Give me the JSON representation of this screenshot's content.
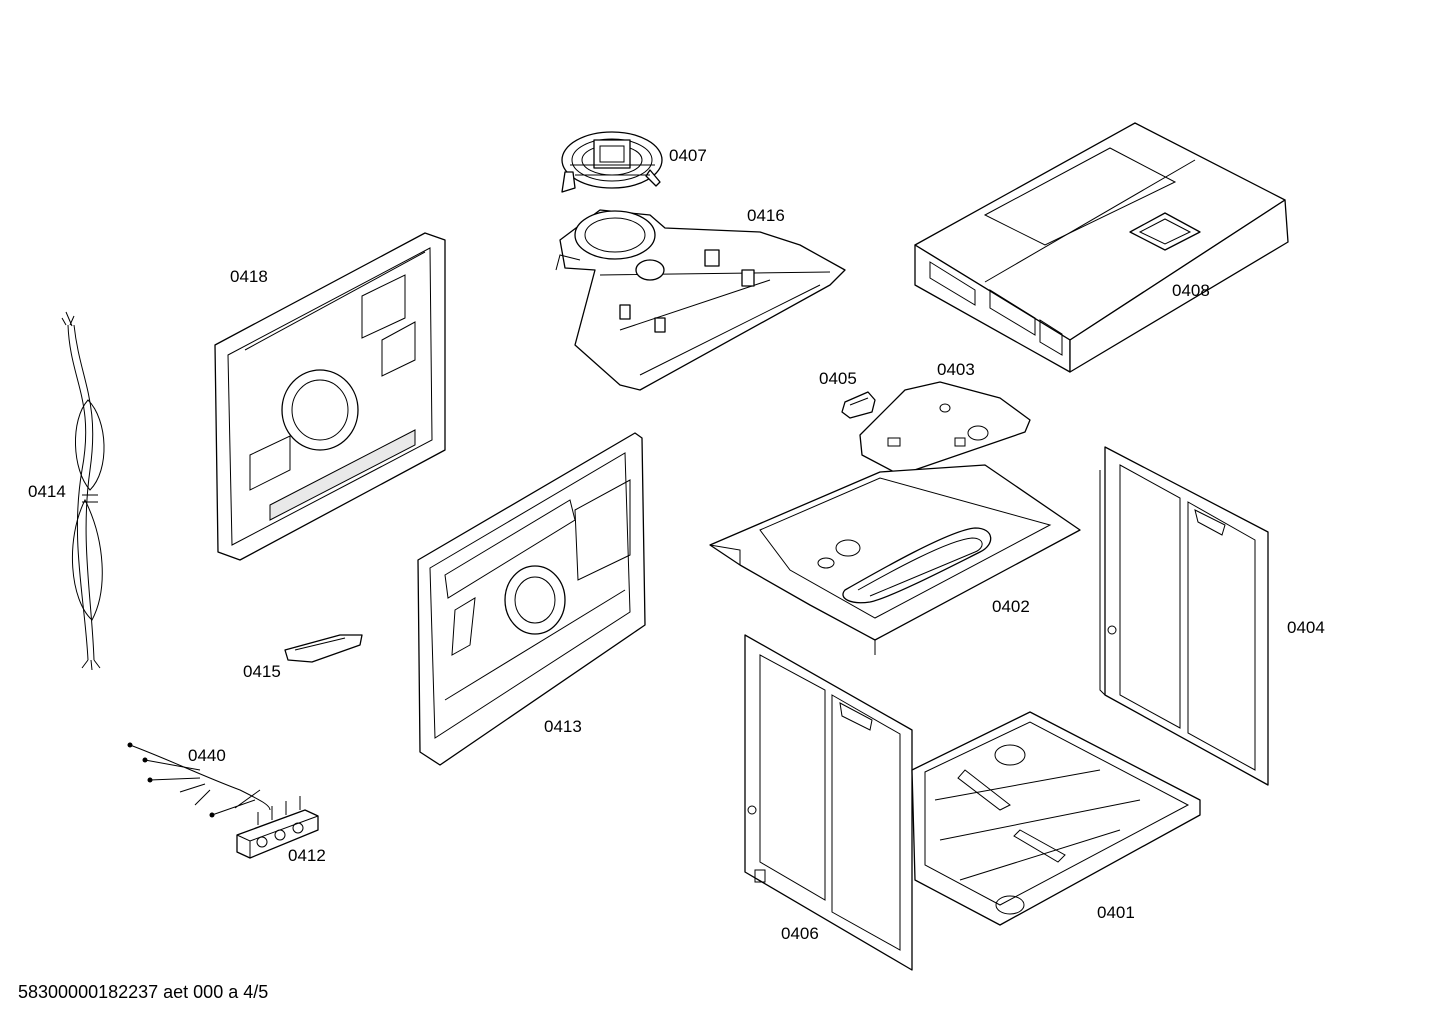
{
  "parts": [
    {
      "id": "p0401",
      "label": "0401"
    },
    {
      "id": "p0402",
      "label": "0402"
    },
    {
      "id": "p0403",
      "label": "0403"
    },
    {
      "id": "p0404",
      "label": "0404"
    },
    {
      "id": "p0405",
      "label": "0405"
    },
    {
      "id": "p0406",
      "label": "0406"
    },
    {
      "id": "p0407",
      "label": "0407"
    },
    {
      "id": "p0408",
      "label": "0408"
    },
    {
      "id": "p0412",
      "label": "0412"
    },
    {
      "id": "p0413",
      "label": "0413"
    },
    {
      "id": "p0414",
      "label": "0414"
    },
    {
      "id": "p0415",
      "label": "0415"
    },
    {
      "id": "p0416",
      "label": "0416"
    },
    {
      "id": "p0418",
      "label": "0418"
    },
    {
      "id": "p0440",
      "label": "0440"
    }
  ],
  "footer": {
    "text": "58300000182237 aet 000 a 4/5"
  }
}
